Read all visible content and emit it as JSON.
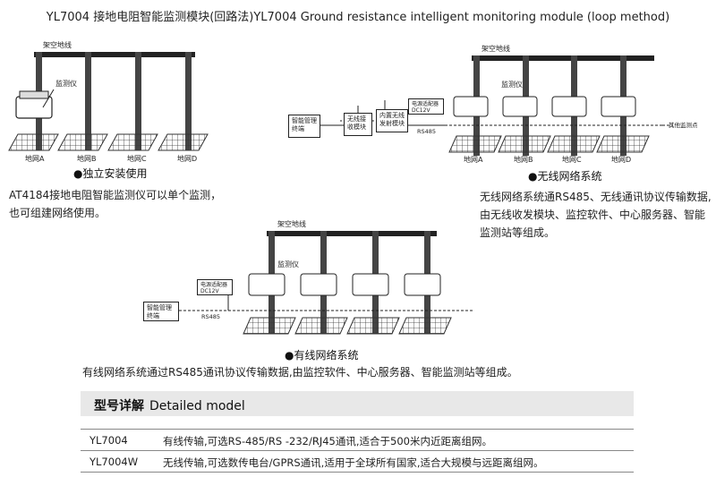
{
  "title": "YL7004 接地电阻智能监测模块(回路法)YL7004 Ground resistance intelligent monitoring module (loop method)",
  "diagrams": {
    "independent": {
      "overhead_label": "架空地线",
      "monitor_label": "监测仪",
      "grounds": [
        "地网A",
        "地网B",
        "地网C",
        "地网D"
      ],
      "caption": "●独立安装使用",
      "description": "AT4184接地电阻智能监测仪可以单个监测，也可组建网络使用。"
    },
    "wireless": {
      "overhead_label": "架空地线",
      "monitor_label": "监测仪",
      "grounds": [
        "地网A",
        "地网B",
        "地网C",
        "地网D"
      ],
      "caption": "●无线网络系统",
      "description": "无线网络系统通RS485、无线通讯协议传输数据,由无线收发模块、监控软件、中心服务器、智能监测站等组成。",
      "boxes": {
        "management": "智能管理终端",
        "receiver": "无线接收模块",
        "transmitter": "内置无线发射模块",
        "power": "电源适配器DC12V"
      },
      "rs485": "RS485",
      "other_points": "其他监测点"
    },
    "wired": {
      "overhead_label": "架空地线",
      "monitor_label": "监测仪",
      "caption": "●有线网络系统",
      "description": "有线网络系统通过RS485通讯协议传输数据,由监控软件、中心服务器、智能监测站等组成。",
      "boxes": {
        "management": "智能管理终端",
        "power": "电源适配器DC12V"
      },
      "rs485": "RS485"
    }
  },
  "model_section": {
    "heading_cn": "型号详解",
    "heading_en": "Detailed model",
    "rows": [
      {
        "model": "YL7004",
        "desc": "有线传输,可选RS-485/RS -232/RJ45通讯,适合于500米内近距离组网。"
      },
      {
        "model": "YL7004W",
        "desc": "无线传输,可选数传电台/GPRS通讯,适用于全球所有国家,适合大规模与远距离组网。"
      }
    ]
  },
  "colors": {
    "ink": "#222222",
    "bar": "#e8e8e8"
  }
}
